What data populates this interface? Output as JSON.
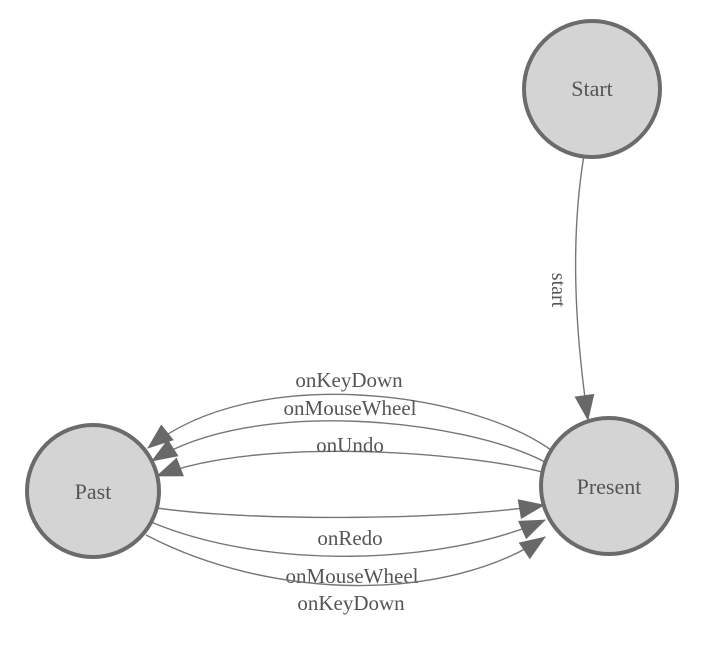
{
  "diagram": {
    "type": "state-machine",
    "colors": {
      "background": "#ffffff",
      "node_fill": "#d4d4d4",
      "node_stroke": "#6b6b6b",
      "edge_stroke": "#767676",
      "arrow_fill": "#686868",
      "label_color": "#555555"
    },
    "nodes": [
      {
        "id": "start",
        "label": "Start"
      },
      {
        "id": "present",
        "label": "Present"
      },
      {
        "id": "past",
        "label": "Past"
      }
    ],
    "edges": [
      {
        "id": "start-to-present",
        "from": "Start",
        "to": "Present",
        "label": "start"
      },
      {
        "id": "present-to-past-keydown",
        "from": "Present",
        "to": "Past",
        "label": "onKeyDown"
      },
      {
        "id": "present-to-past-mousewheel",
        "from": "Present",
        "to": "Past",
        "label": "onMouseWheel"
      },
      {
        "id": "present-to-past-undo",
        "from": "Present",
        "to": "Past",
        "label": "onUndo"
      },
      {
        "id": "past-to-present-redo",
        "from": "Past",
        "to": "Present",
        "label": "onRedo"
      },
      {
        "id": "past-to-present-mousewheel",
        "from": "Past",
        "to": "Present",
        "label": "onMouseWheel"
      },
      {
        "id": "past-to-present-keydown",
        "from": "Past",
        "to": "Present",
        "label": "onKeyDown"
      }
    ]
  }
}
